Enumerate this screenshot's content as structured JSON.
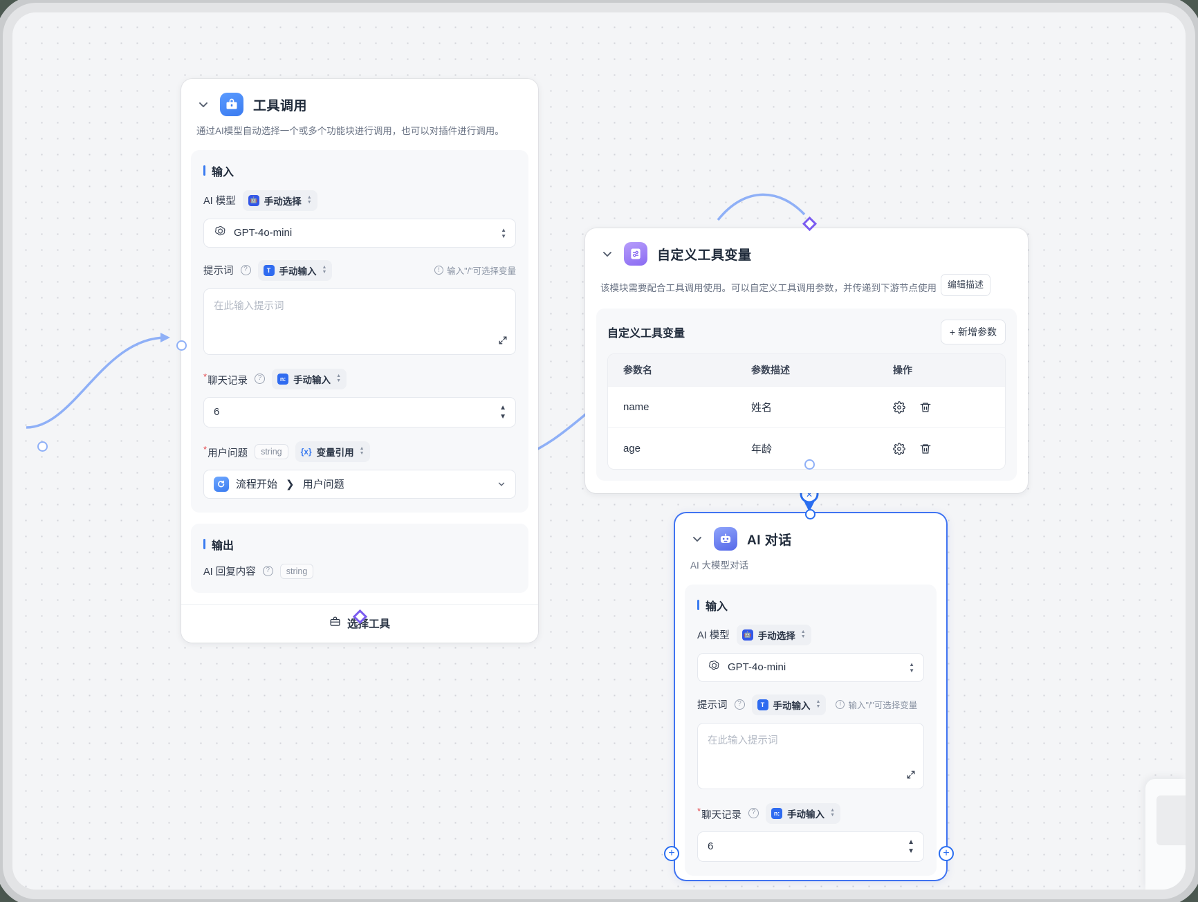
{
  "canvas": {
    "grid": true,
    "background": "#f4f5f7",
    "accent": "#3a7bf0"
  },
  "nodes": {
    "tool_call": {
      "title": "工具调用",
      "icon": "toolbox-icon",
      "description": "通过AI模型自动选择一个或多个功能块进行调用，也可以对插件进行调用。",
      "input_section_title": "输入",
      "output_section_title": "输出",
      "fields": {
        "model_label": "AI 模型",
        "model_mode": "手动选择",
        "model_value": "GPT-4o-mini",
        "prompt_label": "提示词",
        "prompt_mode": "手动输入",
        "prompt_hint": "输入\"/\"可选择变量",
        "prompt_placeholder": "在此输入提示词",
        "history_label": "聊天记录",
        "history_mode": "手动输入",
        "history_value": "6",
        "question_label": "用户问题",
        "question_type": "string",
        "question_mode": "变量引用",
        "question_ref_source": "流程开始",
        "question_ref_field": "用户问题"
      },
      "output": {
        "label": "AI 回复内容",
        "type": "string"
      },
      "footer_label": "选择工具"
    },
    "custom_tool_var": {
      "title": "自定义工具变量",
      "icon": "sliders-icon",
      "description": "该模块需要配合工具调用使用。可以自定义工具调用参数，并传递到下游节点使用",
      "edit_desc_label": "编辑描述",
      "panel_title": "自定义工具变量",
      "add_param_label": "+ 新增参数",
      "table": {
        "columns": [
          "参数名",
          "参数描述",
          "操作"
        ],
        "rows": [
          {
            "name": "name",
            "desc": "姓名",
            "ops": [
              "settings-icon",
              "trash-icon"
            ]
          },
          {
            "name": "age",
            "desc": "年龄",
            "ops": [
              "settings-icon",
              "trash-icon"
            ]
          }
        ]
      }
    },
    "ai_chat": {
      "title": "AI 对话",
      "icon": "robot-icon",
      "description": "AI 大模型对话",
      "input_section_title": "输入",
      "fields": {
        "model_label": "AI 模型",
        "model_mode": "手动选择",
        "model_value": "GPT-4o-mini",
        "prompt_label": "提示词",
        "prompt_mode": "手动输入",
        "prompt_hint": "输入\"/\"可选择变量",
        "prompt_placeholder": "在此输入提示词",
        "history_label": "聊天记录",
        "history_mode": "手动输入",
        "history_value": "6"
      }
    }
  }
}
